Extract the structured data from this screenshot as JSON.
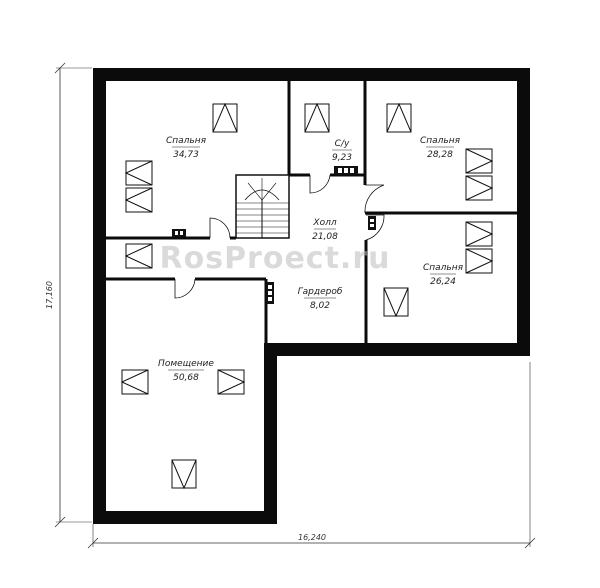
{
  "dimensions": {
    "height_label": "17,160",
    "width_label": "16,240"
  },
  "watermark": "RosProect.ru",
  "rooms": [
    {
      "name": "Спальня",
      "area": "34,73"
    },
    {
      "name": "С/у",
      "area": "9,23"
    },
    {
      "name": "Спальня",
      "area": "28,28"
    },
    {
      "name": "Холл",
      "area": "21,08"
    },
    {
      "name": "Спальня",
      "area": "26,24"
    },
    {
      "name": "Гардероб",
      "area": "8,02"
    },
    {
      "name": "Помещение",
      "area": "50,68"
    }
  ]
}
